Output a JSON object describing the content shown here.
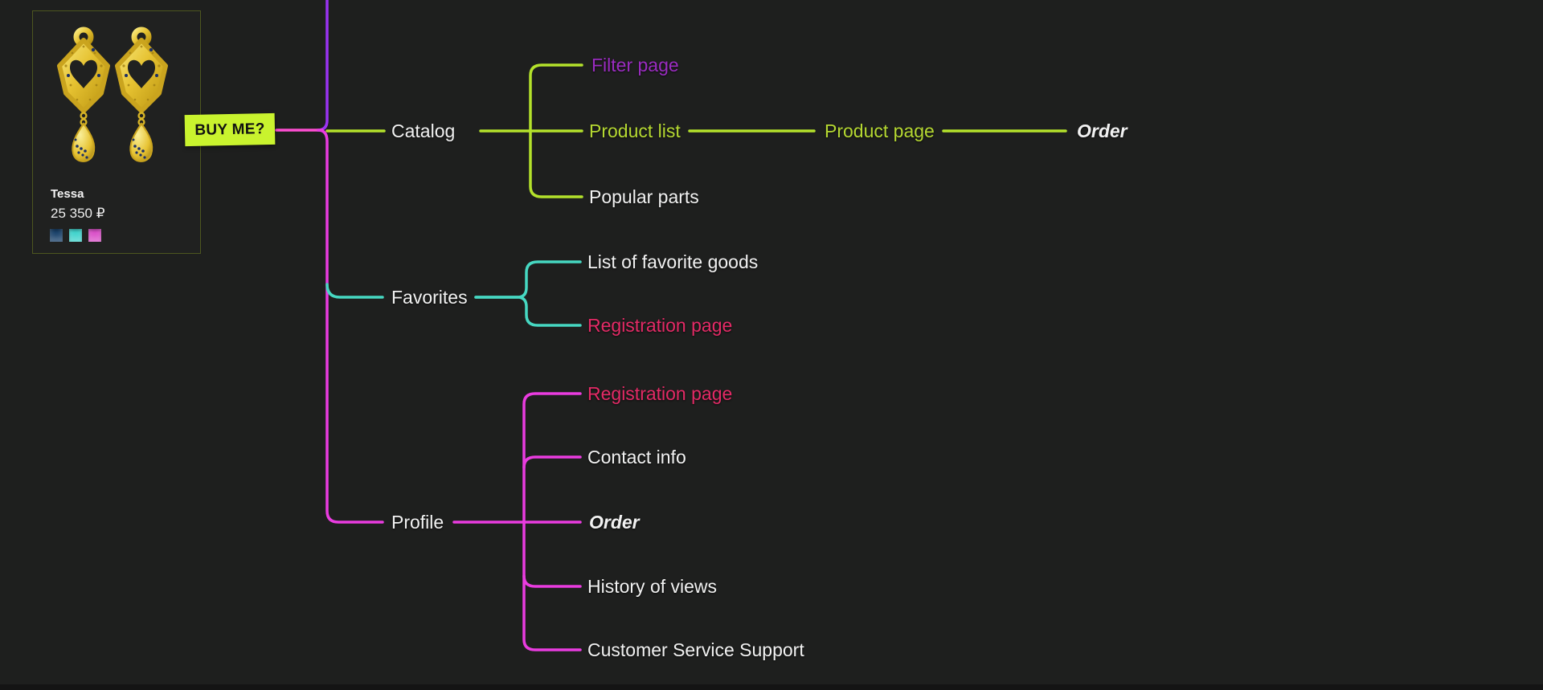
{
  "colors": {
    "background": "#1e1f1e",
    "line_purple": "#9a33f2",
    "line_pink": "#ff4ed2",
    "line_green": "#b4e22b",
    "line_teal": "#46d8c2",
    "line_magenta": "#ea3ce0",
    "text_white": "#f2f2f2",
    "text_purple": "#9a2cc0",
    "text_green": "#b5d832",
    "text_crimson": "#e42a66",
    "badge_bg": "#c9f32e",
    "badge_text": "#111111",
    "card_border": "#4d561f",
    "gold": "#e6c231",
    "gold_light": "#f8ea80",
    "gold_dark": "#a07f14",
    "gem_navy": "#1c2f66"
  },
  "root": {
    "label": "BUY ME?"
  },
  "product_card": {
    "title": "Tessa",
    "price": "25 350 ₽",
    "image": "gold-heart-earrings",
    "swatches": [
      {
        "name": "navy",
        "color": "#173f68"
      },
      {
        "name": "cyan",
        "color": "#3ed3cc"
      },
      {
        "name": "magenta",
        "color": "#da4ec8"
      }
    ]
  },
  "nodes": {
    "catalog": {
      "label": "Catalog"
    },
    "filter_page": {
      "label": "Filter page"
    },
    "product_list": {
      "label": "Product list"
    },
    "popular_parts": {
      "label": "Popular parts"
    },
    "product_page": {
      "label": "Product page"
    },
    "order_catalog": {
      "label": "Order"
    },
    "favorites": {
      "label": "Favorites"
    },
    "list_of_favorite_goods": {
      "label": "List of favorite goods"
    },
    "registration_page_favorites": {
      "label": "Registration page"
    },
    "profile": {
      "label": "Profile"
    },
    "registration_page_profile": {
      "label": "Registration page"
    },
    "contact_info": {
      "label": "Contact info"
    },
    "order_profile": {
      "label": "Order"
    },
    "history_of_views": {
      "label": "History of views"
    },
    "customer_service_support": {
      "label": "Customer Service Support"
    }
  }
}
